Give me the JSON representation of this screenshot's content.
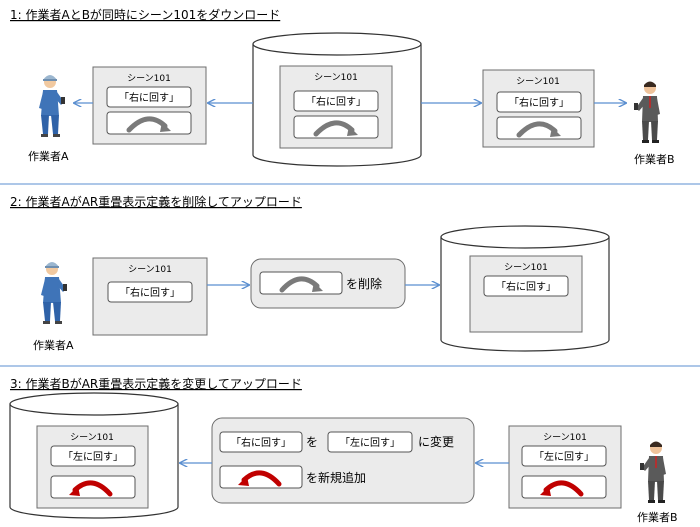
{
  "sections": [
    {
      "title": "1: 作業者AとBが同時にシーン101をダウンロード"
    },
    {
      "title": "2: 作業者AがAR重畳表示定義を削除してアップロード"
    },
    {
      "title": "3: 作業者BがAR重畳表示定義を変更してアップロード"
    }
  ],
  "scene_title": "シーン101",
  "label_right": "「右に回す」",
  "label_left": "「左に回す」",
  "worker_a": "作業者A",
  "worker_b": "作業者B",
  "text_delete": "を削除",
  "text_wo": "を",
  "text_change": "に変更",
  "text_add": "を新規追加",
  "colors": {
    "arrow_line": "#5b8fd0",
    "arrow_gray": "#6f6f6f",
    "arrow_red": "#c00000",
    "divider": "#5b8fd0",
    "panel_bg": "#ebebeb",
    "panel_border": "#6d6d6d"
  }
}
